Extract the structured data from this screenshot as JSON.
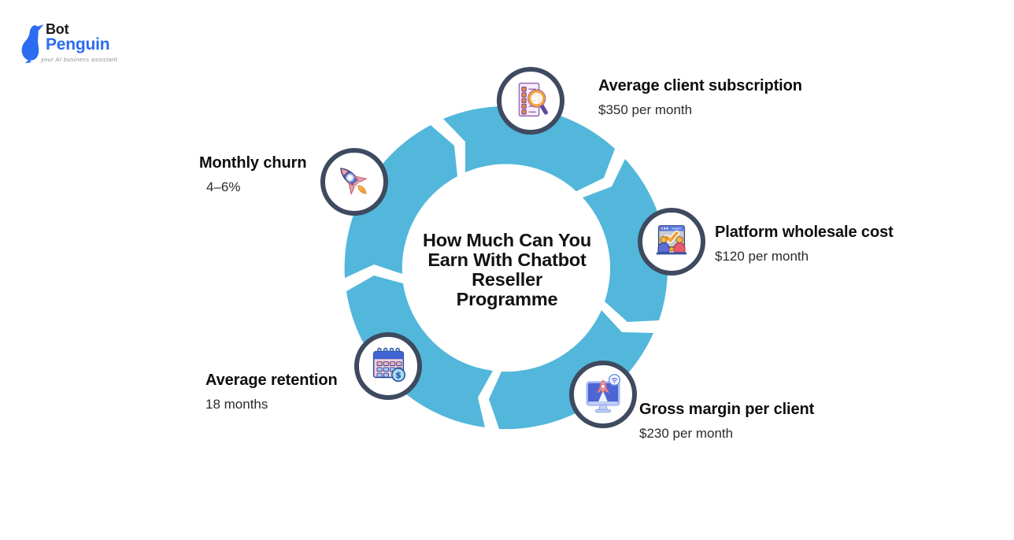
{
  "logo": {
    "bot": "Bot",
    "penguin": "Penguin",
    "tagline": "your AI business assistant"
  },
  "title": {
    "lines": [
      "How Much Can You",
      "Earn With Chatbot",
      "Reseller",
      "Programme"
    ]
  },
  "nodes": [
    {
      "label": "Average client subscription",
      "value": "$350 per month",
      "icon": "checklist-magnifier-icon",
      "position": "top"
    },
    {
      "label": "Platform wholesale cost",
      "value": "$120 per month",
      "icon": "handshake-agreement-icon",
      "position": "right"
    },
    {
      "label": "Gross margin per client",
      "value": "$230 per month",
      "icon": "monitor-rocket-launch-icon",
      "position": "bottom-right"
    },
    {
      "label": "Average retention",
      "value": "18 months",
      "icon": "calendar-dollar-icon",
      "position": "bottom-left"
    },
    {
      "label": "Monthly churn",
      "value": "4–6%",
      "icon": "rocket-icon",
      "position": "left"
    }
  ],
  "colors": {
    "ring_color": "#52B7DB",
    "node_border": "#3E4A5F",
    "accent_blue": "#2B6CF0",
    "title_text": "#121212",
    "label_text": "#0E0E0E",
    "value_text": "#2B2B2B",
    "tagline_text": "#8A8F98"
  }
}
